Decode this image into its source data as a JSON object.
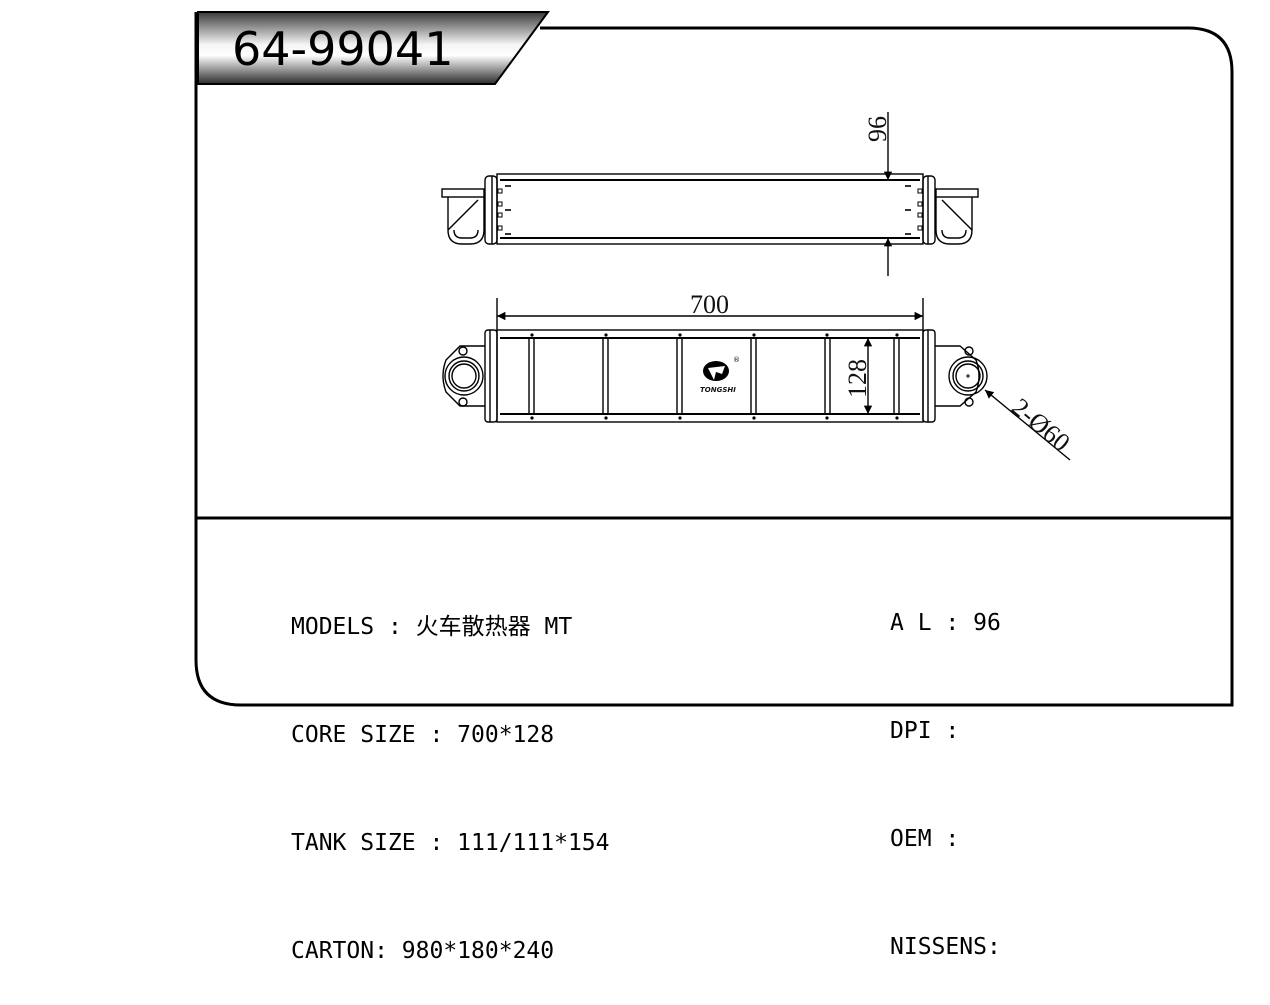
{
  "header": {
    "part_number": "64-99041"
  },
  "drawing": {
    "top_view": {
      "thickness_dim": "96"
    },
    "front_view": {
      "core_width_dim": "700",
      "core_height_dim": "128",
      "port_dim": "2-Ø60",
      "logo": {
        "brand": "TONGSHI",
        "registered_mark": "®"
      }
    }
  },
  "specs": {
    "left": [
      {
        "label": "MODELS",
        "sep": " : ",
        "value": "火车散热器 MT"
      },
      {
        "label": "CORE SIZE",
        "sep": " : ",
        "value": "700*128"
      },
      {
        "label": "TANK SIZE",
        "sep": " : ",
        "value": "111/111*154"
      },
      {
        "label": "CARTON",
        "sep": ": ",
        "value": "980*180*240"
      }
    ],
    "right": [
      {
        "label": "A L",
        "sep": " : ",
        "value": "96"
      },
      {
        "label": "DPI",
        "sep": " : ",
        "value": ""
      },
      {
        "label": "OEM",
        "sep": " : ",
        "value": ""
      },
      {
        "label": "NISSENS",
        "sep": ":",
        "value": ""
      }
    ]
  },
  "colors": {
    "line": "#000000",
    "background": "#ffffff",
    "title_gradient_dark": "#3a3a3a",
    "title_gradient_light": "#f4f4f4"
  }
}
